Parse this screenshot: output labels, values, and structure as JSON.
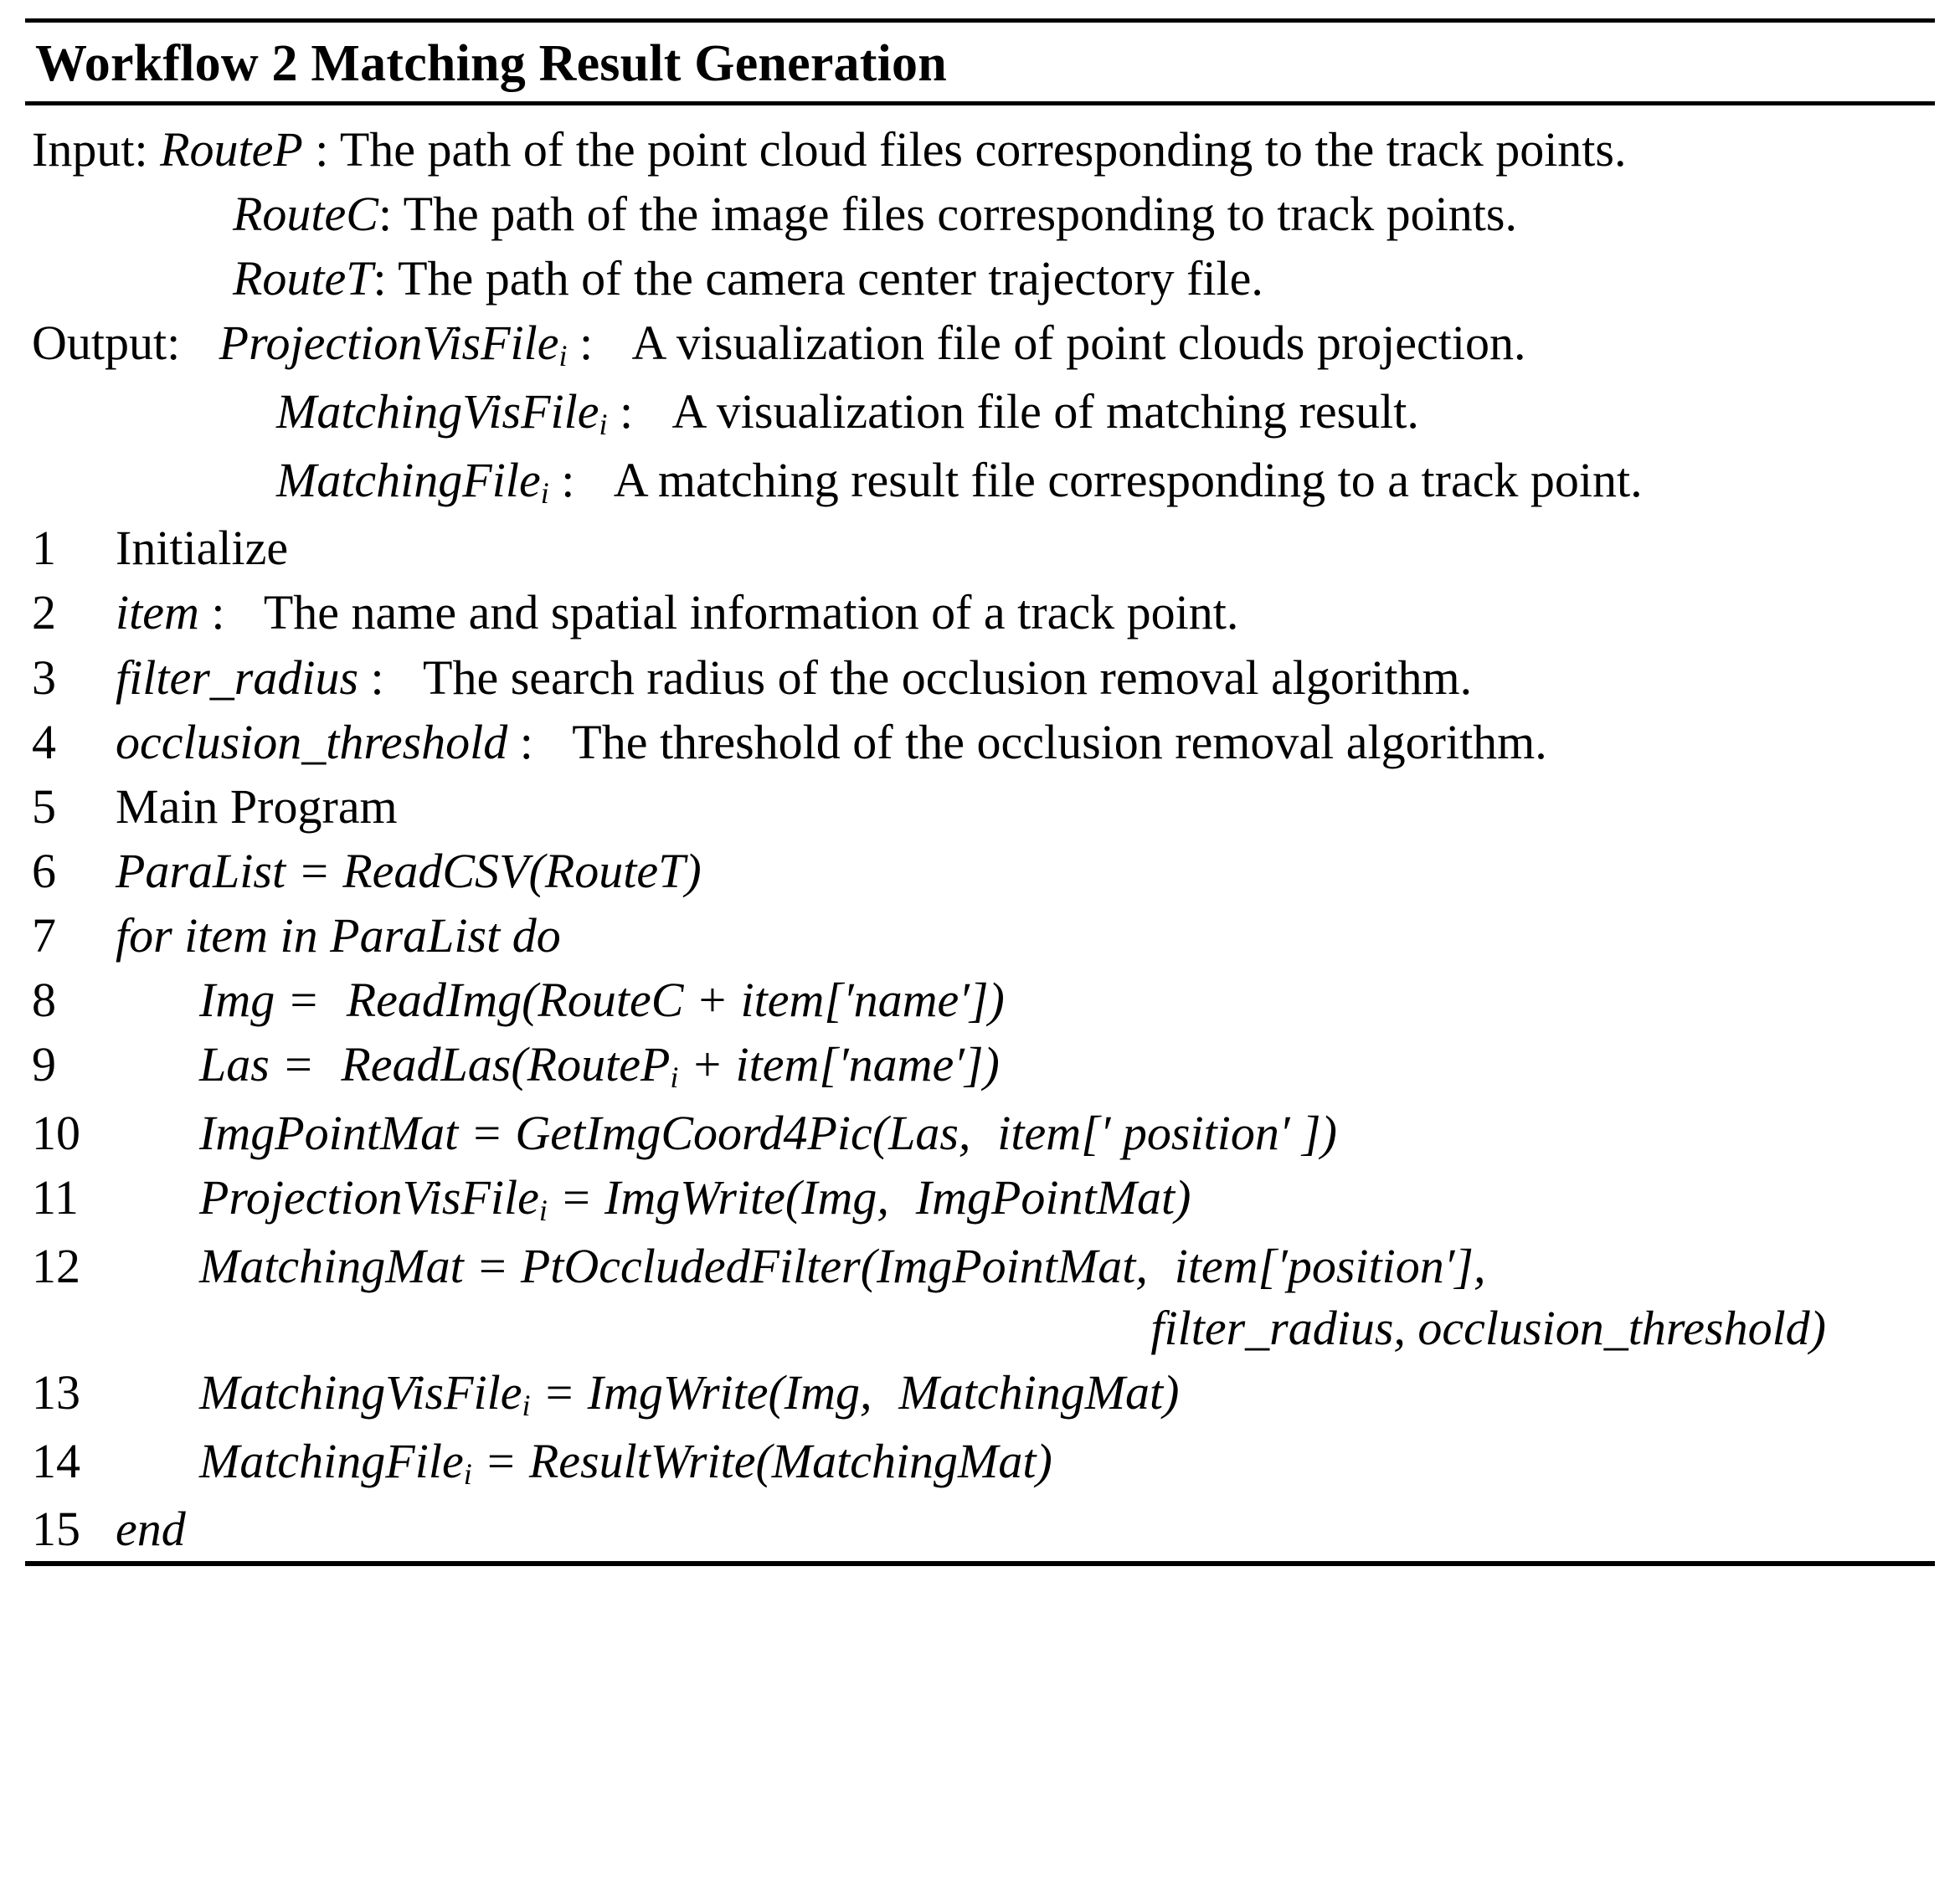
{
  "algorithm": {
    "title": "Workflow 2 Matching Result Generation",
    "io": {
      "input_label": "Input",
      "output_label": "Output",
      "inputs": [
        {
          "symbol": "RouteP",
          "desc": "The path of the point cloud files corresponding to the track points."
        },
        {
          "symbol": "RouteC",
          "desc": "The path of the image files corresponding to track points."
        },
        {
          "symbol": "RouteT",
          "desc": "The path of the camera center trajectory file."
        }
      ],
      "outputs": [
        {
          "symbol": "ProjectionVisFile",
          "sub": "i",
          "desc": "A visualization file of point clouds projection."
        },
        {
          "symbol": "MatchingVisFile",
          "sub": "i",
          "desc": "A visualization file of matching result."
        },
        {
          "symbol": "MatchingFile",
          "sub": "i",
          "desc": "A matching result file corresponding to a track point."
        }
      ]
    },
    "steps": [
      {
        "num": "1",
        "text": "Initialize"
      },
      {
        "num": "2",
        "text": "item :  The name and spatial information of a track point."
      },
      {
        "num": "3",
        "text": "filter_radius :  The search radius of the occlusion removal algorithm."
      },
      {
        "num": "4",
        "text": "occlusion_threshold :  The threshold of the occlusion removal algorithm."
      },
      {
        "num": "5",
        "text": "Main Program"
      },
      {
        "num": "6",
        "text": "ParaList = ReadCSV(RouteT)"
      },
      {
        "num": "7",
        "text": "for item in ParaList do"
      },
      {
        "num": "8",
        "text": "Img =  ReadImg(RouteC + item['name'])"
      },
      {
        "num": "9",
        "text": "Las =  ReadLas(RouteP_i + item['name'])"
      },
      {
        "num": "10",
        "text": "ImgPointMat = GetImgCoord4Pic(Las,  item[' position' ])"
      },
      {
        "num": "11",
        "text": "ProjectionVisFile_i = ImgWrite(Img,  ImgPointMat)"
      },
      {
        "num": "12",
        "text": "MatchingMat = PtOccludedFilter(ImgPointMat,  item['position'],"
      },
      {
        "num": "12c",
        "text": "filter_radius, occlusion_threshold)"
      },
      {
        "num": "13",
        "text": "MatchingVisFile_i = ImgWrite(Img,  MatchingMat)"
      },
      {
        "num": "14",
        "text": "MatchingFile_i = ResultWrite(MatchingMat)"
      },
      {
        "num": "15",
        "text": "end"
      }
    ]
  }
}
